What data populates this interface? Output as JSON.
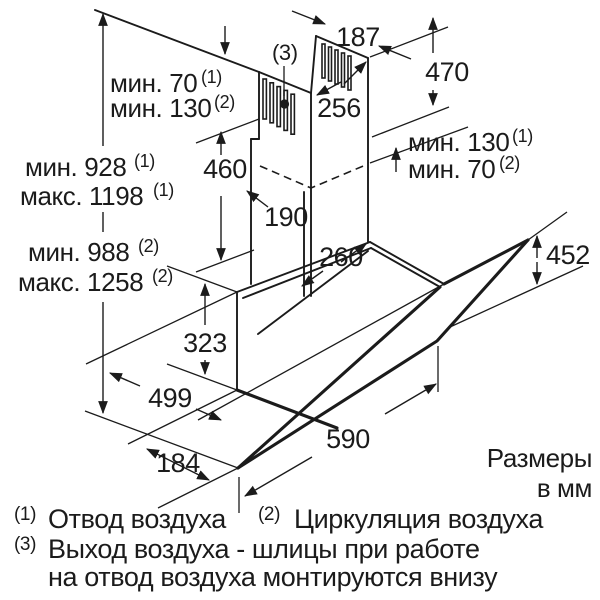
{
  "units_note": {
    "line1": "Размеры",
    "line2": "в мм"
  },
  "dimensions": {
    "top_width": "187",
    "vent_label": "(3)",
    "upper_duct_height": "470",
    "duct_face_width": "256",
    "lower_duct_height": "460",
    "lower_duct_left_width": "190",
    "lower_duct_front_width": "260",
    "screen_height": "452",
    "body_height": "323",
    "top_depth": "499",
    "width": "590",
    "bottom_depth": "184",
    "ceiling_gap": {
      "l1_main": "мин. 70",
      "l1_sup": "(1)",
      "l2_main": "мин. 130",
      "l2_sup": "(2)"
    },
    "right_gap": {
      "l1_main": "мин. 130",
      "l1_sup": "(1)",
      "l2_main": "мин. 70",
      "l2_sup": "(2)"
    },
    "total_height_exhaust": {
      "l1_main": "мин. 928",
      "l1_sup": "(1)",
      "l2_main": "макс. 1198",
      "l2_sup": "(1)"
    },
    "total_height_recirc": {
      "l1_main": "мин. 988",
      "l1_sup": "(2)",
      "l2_main": "макс. 1258",
      "l2_sup": "(2)"
    }
  },
  "footnotes": {
    "f1_sup": "(1)",
    "f1_text": "Отвод воздуха",
    "f2_sup": "(2)",
    "f2_text": "Циркуляция воздуха",
    "f3_sup": "(3)",
    "f3_text": "Выход воздуха - шлицы при работе",
    "f3_cont": "на отвод воздуха монтируются внизу"
  },
  "colors": {
    "line": "#1b1b1b",
    "background": "#ffffff"
  }
}
